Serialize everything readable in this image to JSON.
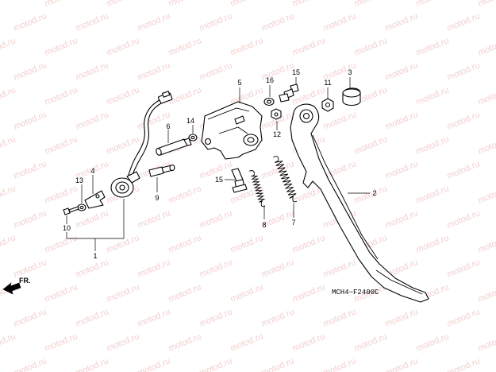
{
  "watermark_text": "motod.ru",
  "diagram_code": "MCH4−F2400C",
  "direction_label": "FR.",
  "callouts": {
    "c1": "1",
    "c2": "2",
    "c3": "3",
    "c4": "4",
    "c5": "5",
    "c6": "6",
    "c7": "7",
    "c8": "8",
    "c9": "9",
    "c10": "10",
    "c11": "11",
    "c12": "12",
    "c13": "13",
    "c14": "14",
    "c15a": "15",
    "c15b": "15",
    "c16": "16"
  },
  "colors": {
    "watermark": "#f3cfcf",
    "line": "#000000",
    "background": "#ffffff"
  },
  "icons": [
    "front-direction-arrow-icon"
  ]
}
